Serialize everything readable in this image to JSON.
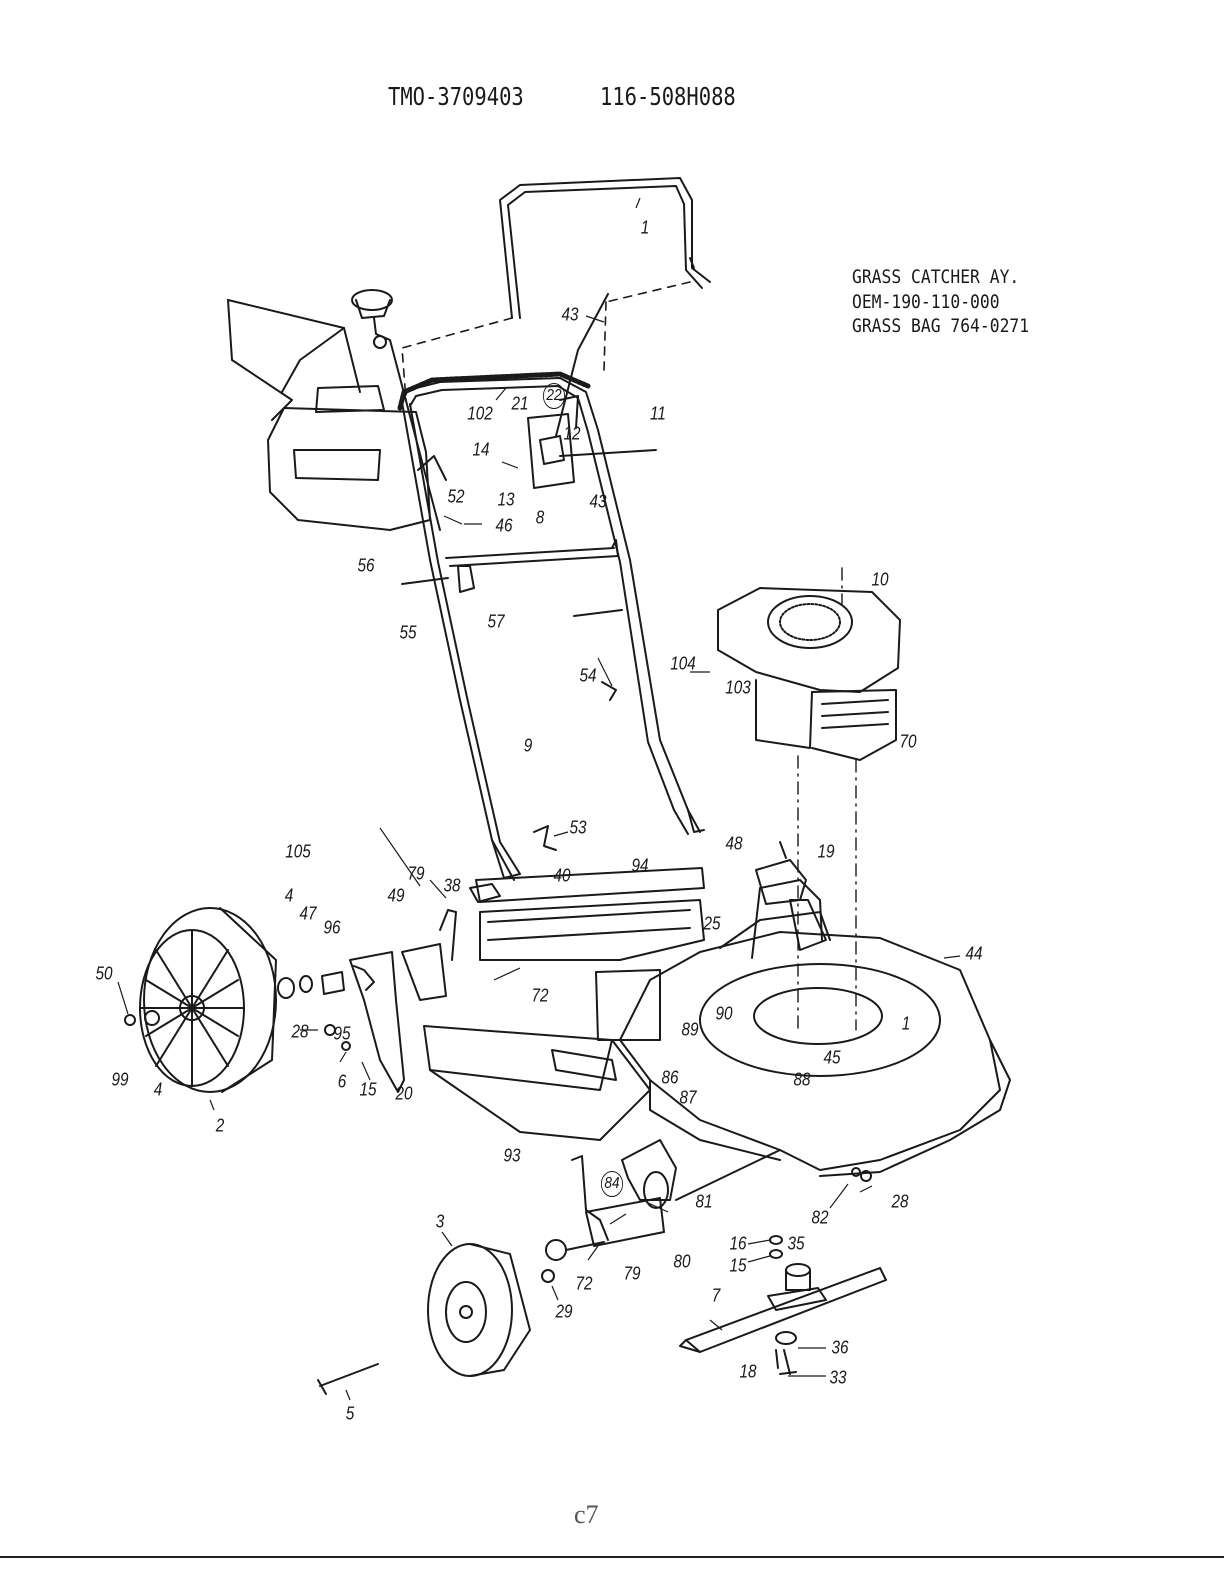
{
  "header": {
    "code_left": "TMO-3709403",
    "code_right": "116-508H088"
  },
  "note": {
    "line1": "GRASS CATCHER AY.",
    "line2": "OEM-190-110-000",
    "line3": "GRASS BAG 764-0271"
  },
  "callouts": {
    "c1": "1",
    "c43a": "43",
    "c102": "102",
    "c21": "21",
    "c22": "22",
    "c12": "12",
    "c11": "11",
    "c14": "14",
    "c13": "13",
    "c43b": "43",
    "c8": "8",
    "c52": "52",
    "c46": "46",
    "c56": "56",
    "c55": "55",
    "c57": "57",
    "c10": "10",
    "c54": "54",
    "c104": "104",
    "c103": "103",
    "c70": "70",
    "c9": "9",
    "c105": "105",
    "c53": "53",
    "c48": "48",
    "c19": "19",
    "c79a": "79",
    "c38": "38",
    "c40": "40",
    "c94": "94",
    "c49": "49",
    "c4a": "4",
    "c47": "47",
    "c96": "96",
    "c50": "50",
    "c25": "25",
    "c44": "44",
    "c72a": "72",
    "c90": "90",
    "c1b": "1",
    "c28a": "28",
    "c95": "95",
    "c89": "89",
    "c45": "45",
    "c99": "99",
    "c4b": "4",
    "c6": "6",
    "c15a": "15",
    "c20": "20",
    "c86": "86",
    "c88": "88",
    "c87": "87",
    "c2": "2",
    "c93": "93",
    "c84": "84",
    "c81": "81",
    "c82": "82",
    "c28b": "28",
    "c3": "3",
    "c16": "16",
    "c35": "35",
    "c15b": "15",
    "c72b": "72",
    "c79b": "79",
    "c80": "80",
    "c29": "29",
    "c7": "7",
    "c36": "36",
    "c18": "18",
    "c33": "33",
    "c5": "5"
  },
  "footer": {
    "mark": "c7"
  }
}
